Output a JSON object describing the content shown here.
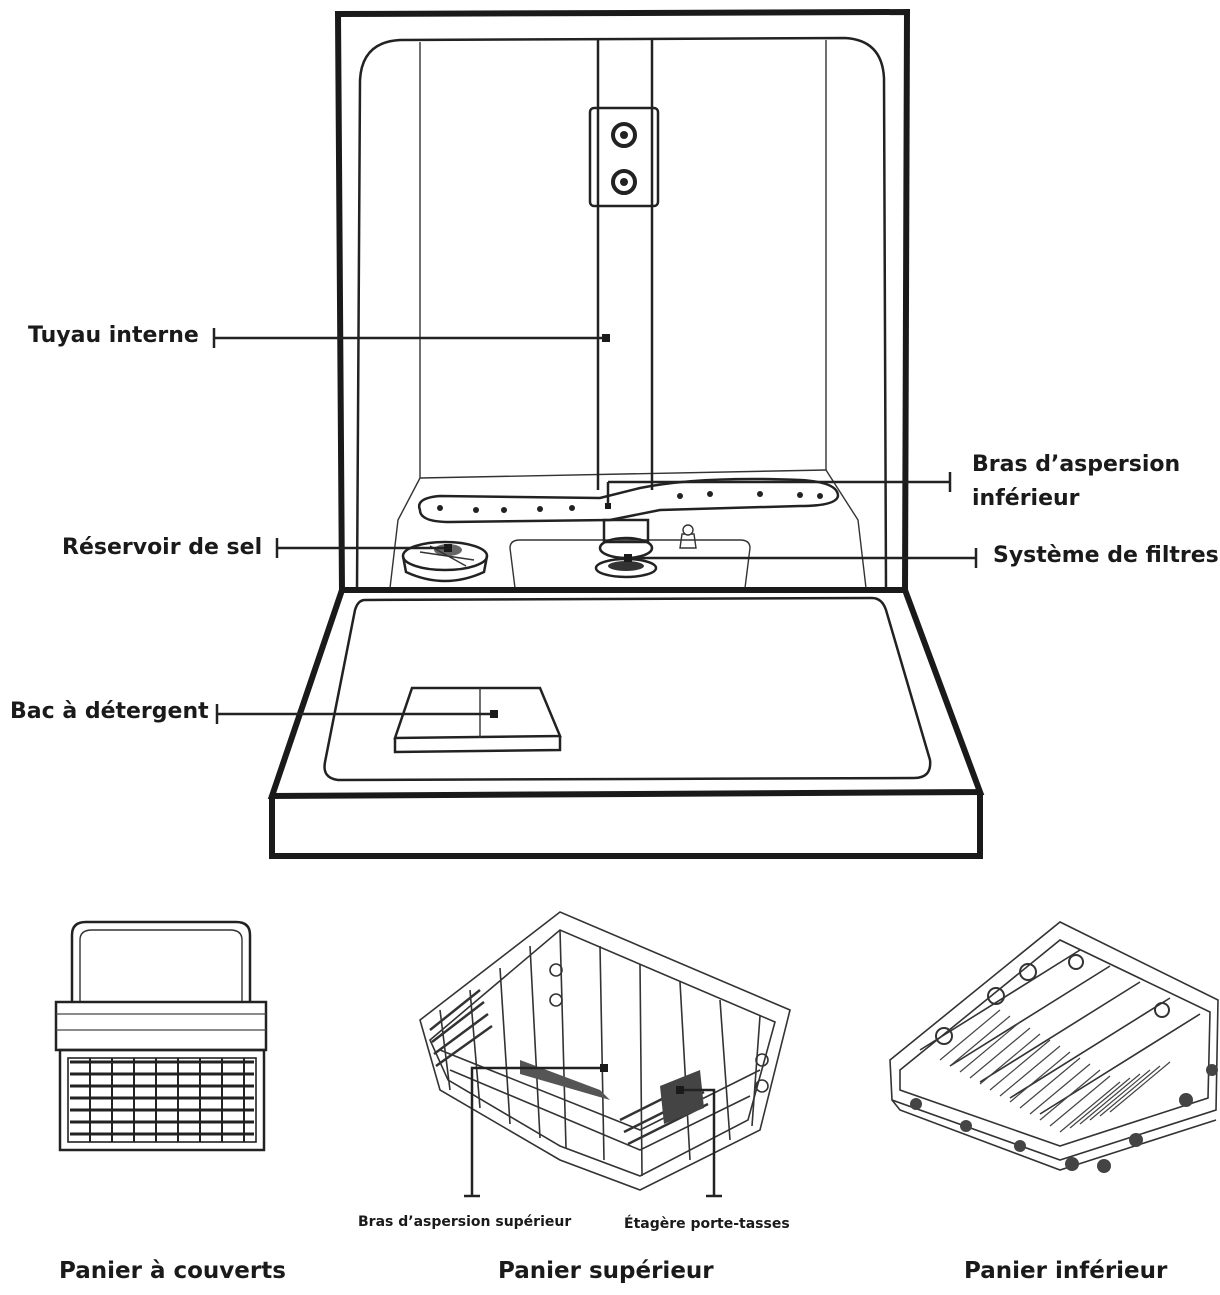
{
  "labels": {
    "tuyau_interne": "Tuyau interne",
    "bras_aspersion_inferieur_l1": "Bras d’aspersion",
    "bras_aspersion_inferieur_l2": "inférieur",
    "reservoir_sel": "Réservoir de sel",
    "systeme_filtres": "Système de filtres",
    "bac_detergent": "Bac à détergent",
    "bras_aspersion_superieur": "Bras d’aspersion supérieur",
    "etagere_porte_tasses": "Étagère porte-tasses"
  },
  "captions": {
    "panier_couverts": "Panier à couverts",
    "panier_superieur": "Panier supérieur",
    "panier_inferieur": "Panier inférieur"
  }
}
